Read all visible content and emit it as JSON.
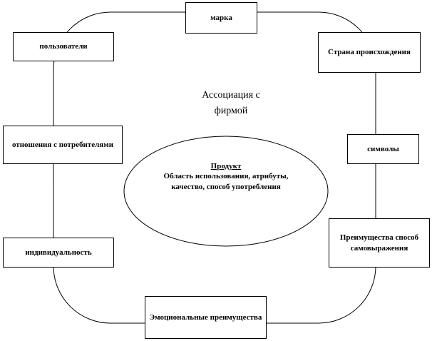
{
  "diagram": {
    "center_title": "Ассоциация с фирмой",
    "product": {
      "title": "Продукт",
      "description": "Область использования, атрибуты, качество, способ употребления"
    },
    "boxes": {
      "brand": "марка",
      "users": "пользователи",
      "country": "Страна происхождения",
      "relations": "отношения с потребителями",
      "symbols": "символы",
      "individuality": "индивидуальность",
      "benefits": "Преимущества способ самовыражения",
      "emotional": "Эмоциональные преимущества"
    }
  }
}
